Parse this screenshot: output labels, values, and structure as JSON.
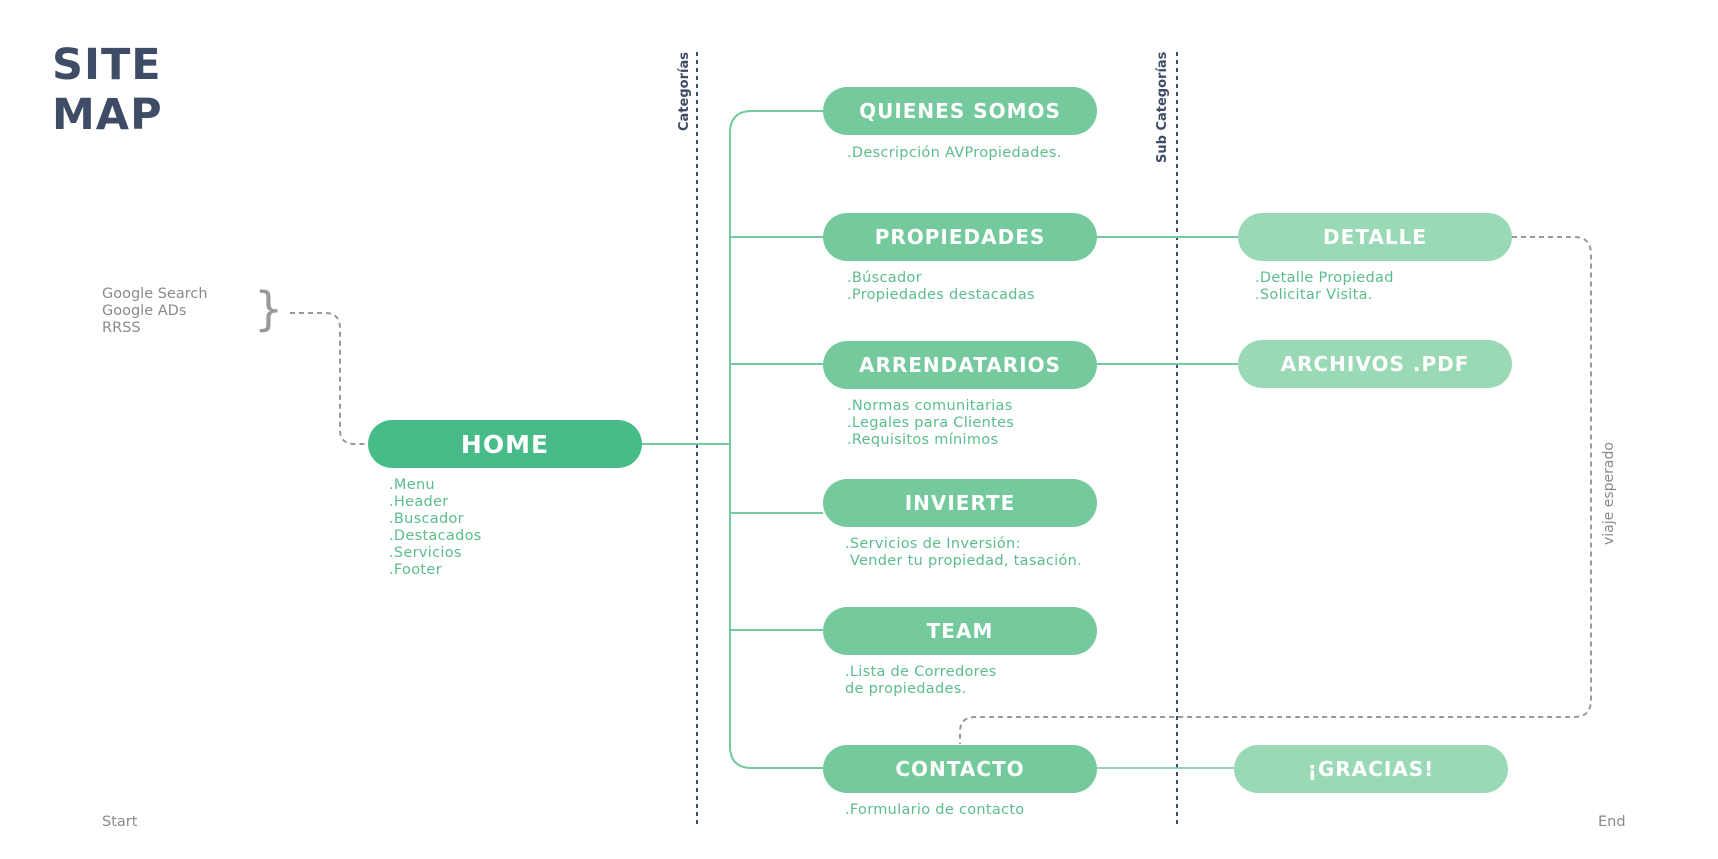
{
  "title": {
    "line1": "SITE",
    "line2": "MAP"
  },
  "columns": {
    "categorias": "Categorías",
    "sub_categorias": "Sub Categorías"
  },
  "sources": {
    "items": "Google Search\nGoogle ADs\nRRSS",
    "brace": "}"
  },
  "home": {
    "label": "HOME",
    "items": ".Menu\n.Header\n.Buscador\n.Destacados\n.Servicios\n.Footer"
  },
  "categories": [
    {
      "label": "QUIENES SOMOS",
      "desc": ".Descripción AVPropiedades."
    },
    {
      "label": "PROPIEDADES",
      "desc": ".Búscador\n.Propiedades destacadas"
    },
    {
      "label": "ARRENDATARIOS",
      "desc": ".Normas comunitarias\n.Legales para Clientes\n.Requisitos mínimos"
    },
    {
      "label": "INVIERTE",
      "desc": ".Servicios de Inversión:\n Vender tu propiedad, tasación."
    },
    {
      "label": "TEAM",
      "desc": ".Lista de Corredores\nde propiedades."
    },
    {
      "label": "CONTACTO",
      "desc": ".Formulario de contacto"
    }
  ],
  "subcategories": [
    {
      "label": "DETALLE",
      "desc": ".Detalle Propiedad\n.Solicitar Visita."
    },
    {
      "label": "ARCHIVOS .PDF"
    },
    {
      "label": "¡GRACIAS!"
    }
  ],
  "journey": "viaje esperado",
  "start": "Start",
  "end": "End",
  "colors": {
    "home": "#47bc88",
    "category": "#74c99d",
    "subcategory": "#9ad9b6",
    "text_dark": "#3f4c66",
    "connector": "#74c99d",
    "dashed": "#999999"
  }
}
